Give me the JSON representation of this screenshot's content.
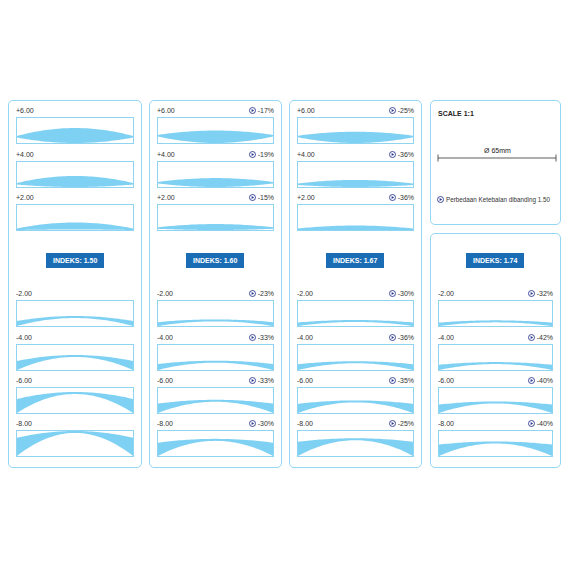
{
  "diagram": {
    "nodes": [
      {
        "text": [
          "INDEKS: 1.50"
        ]
      },
      {
        "text": [
          "+6.00"
        ],
        "in": 0
      },
      {
        "text": [
          "+4.00"
        ],
        "in": 0
      },
      {
        "text": [
          "+2.00"
        ],
        "in": 0
      },
      {
        "text": [
          "-2.00"
        ],
        "in": 0
      },
      {
        "text": [
          "-4.00"
        ],
        "in": 0
      },
      {
        "text": [
          "-6.00"
        ],
        "in": 0
      },
      {
        "text": [
          "-8.00"
        ],
        "in": 0
      },
      {
        "text": [
          "INDEKS: 1.60"
        ]
      },
      {
        "text": [
          "+6.00",
          "-17%"
        ],
        "in": 8
      },
      {
        "text": [
          "+4.00",
          "-19%"
        ],
        "in": 8
      },
      {
        "text": [
          "+2.00",
          "-15%"
        ],
        "in": 8
      },
      {
        "text": [
          "-2.00",
          "-23%"
        ],
        "in": 8
      },
      {
        "text": [
          "-4.00",
          "-33%"
        ],
        "in": 8
      },
      {
        "text": [
          "-6.00",
          "-33%"
        ],
        "in": 8
      },
      {
        "text": [
          "-8.00",
          "-30%"
        ],
        "in": 8
      },
      {
        "text": [
          "INDEKS: 1.67"
        ]
      },
      {
        "text": [
          "+6.00",
          "-25%"
        ],
        "in": 16
      },
      {
        "text": [
          "+4.00",
          "-36%"
        ],
        "in": 16
      },
      {
        "text": [
          "+2.00",
          "-36%"
        ],
        "in": 16
      },
      {
        "text": [
          "-2.00",
          "-30%"
        ],
        "in": 16
      },
      {
        "text": [
          "-4.00",
          "-36%"
        ],
        "in": 16
      },
      {
        "text": [
          "-6.00",
          "-35%"
        ],
        "in": 16
      },
      {
        "text": [
          "-8.00",
          "-25%"
        ],
        "in": 16
      },
      {
        "text": [
          "SCALE 1:1"
        ]
      },
      {
        "text": [
          "INDEKS: 1.74"
        ]
      },
      {
        "text": [
          "-2.00",
          "-32%"
        ],
        "in": 25
      },
      {
        "text": [
          "-4.00",
          "-42%"
        ],
        "in": 25
      },
      {
        "text": [
          "-6.00",
          "-40%"
        ],
        "in": 25
      },
      {
        "text": [
          "-8.00",
          "-40%"
        ],
        "in": 25
      }
    ],
    "labels": [
      "Ø 65mm"
    ],
    "legend": [
      {
        "text": "Perbedaan Ketebalan dibanding 1.50"
      }
    ]
  }
}
